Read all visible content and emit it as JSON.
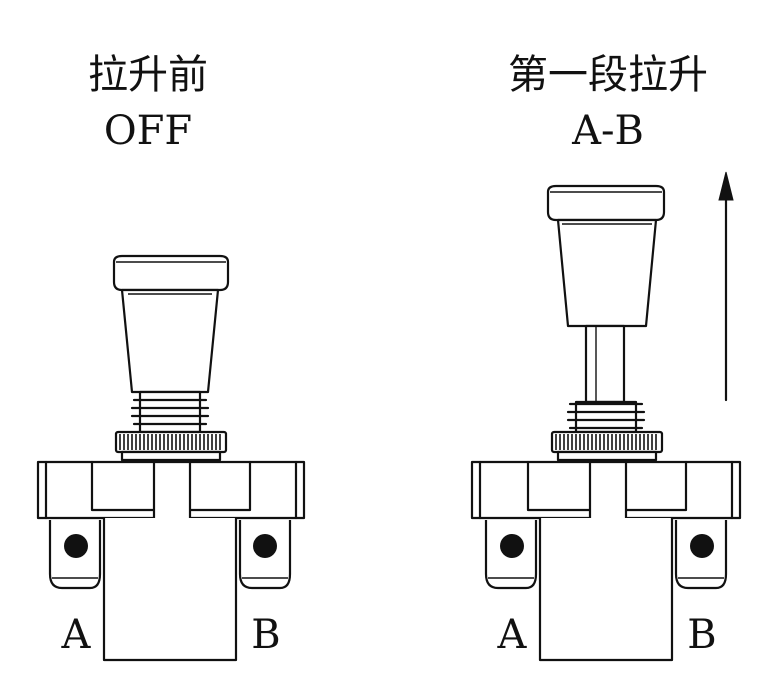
{
  "switches": [
    {
      "caption": "拉升前",
      "state": "OFF",
      "terminal_left": "A",
      "terminal_right": "B"
    },
    {
      "caption": "第一段拉升",
      "state": "A-B",
      "terminal_left": "A",
      "terminal_right": "B"
    }
  ],
  "icons": {
    "direction_arrow": "arrow-up-icon"
  }
}
